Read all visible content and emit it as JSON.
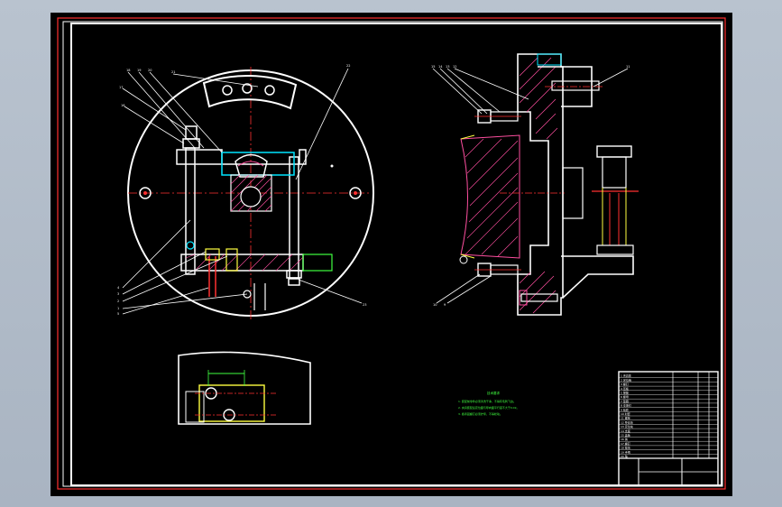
{
  "drawing": {
    "notes_title": "技术要求",
    "notes": [
      "1. 装配前零件必须清洗干净，不得有毛刺飞边。",
      "2. 夹具装配后定位面与导向面平行度不大于0.02。",
      "3. 各紧固螺钉必须拧紧，不得松动。"
    ],
    "title_block": {
      "part_rows": [
        "1  夹具体",
        "2  定位销",
        "3  螺钉",
        "4  压板",
        "5  弹簧",
        "6  螺母",
        "7  垫圈",
        "8  支承钉",
        "9  钻套",
        "10 衬套",
        "11 螺栓",
        "12 导向块",
        "13 定位块",
        "14 支座",
        "15 盖板",
        "16 销",
        "17 螺钉",
        "18 垫块",
        "19 手柄",
        "20 轴"
      ]
    }
  },
  "colors": {
    "background": "#000000",
    "frame": "#ffffff",
    "outer_frame": "#ff3030",
    "centerline": "#ff3030",
    "hatch": "#ff4fa0",
    "cyan": "#00e5ff",
    "yellow": "#ffff40",
    "green": "#40ff40"
  }
}
